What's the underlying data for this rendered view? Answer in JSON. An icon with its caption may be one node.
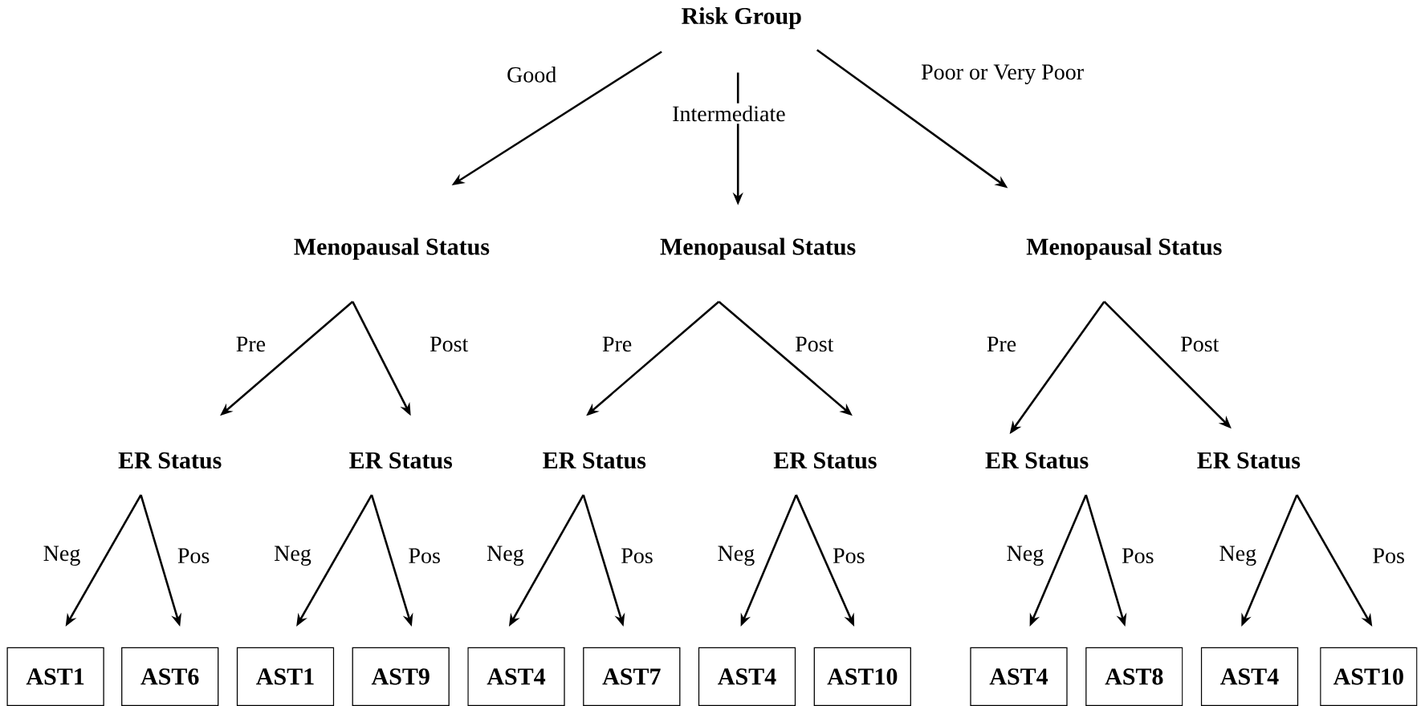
{
  "diagram": {
    "nodes": [
      {
        "text": [
          "Risk Group"
        ]
      },
      {
        "text": [
          "Menopausal Status"
        ]
      },
      {
        "text": [
          "Menopausal Status"
        ]
      },
      {
        "text": [
          "Menopausal Status"
        ]
      },
      {
        "text": [
          "ER Status"
        ]
      },
      {
        "text": [
          "ER Status"
        ]
      },
      {
        "text": [
          "ER Status"
        ]
      },
      {
        "text": [
          "ER Status"
        ]
      },
      {
        "text": [
          "ER Status"
        ]
      },
      {
        "text": [
          "ER Status"
        ]
      },
      {
        "text": [
          "AST1"
        ]
      },
      {
        "text": [
          "AST6"
        ]
      },
      {
        "text": [
          "AST1"
        ]
      },
      {
        "text": [
          "AST9"
        ]
      },
      {
        "text": [
          "AST4"
        ]
      },
      {
        "text": [
          "AST7"
        ]
      },
      {
        "text": [
          "AST4"
        ]
      },
      {
        "text": [
          "AST10"
        ]
      },
      {
        "text": [
          "AST4"
        ]
      },
      {
        "text": [
          "AST8"
        ]
      },
      {
        "text": [
          "AST4"
        ]
      },
      {
        "text": [
          "AST10"
        ]
      }
    ],
    "edges": [
      {
        "from": 0,
        "to": 1,
        "arrow": "to",
        "label": "Good"
      },
      {
        "from": 0,
        "to": 2,
        "arrow": "to",
        "label": "Intermediate"
      },
      {
        "from": 0,
        "to": 3,
        "arrow": "to",
        "label": "Poor or Very Poor"
      },
      {
        "from": 1,
        "to": 4,
        "arrow": "to",
        "label": "Pre"
      },
      {
        "from": 1,
        "to": 5,
        "arrow": "to",
        "label": "Post"
      },
      {
        "from": 2,
        "to": 6,
        "arrow": "to",
        "label": "Pre"
      },
      {
        "from": 2,
        "to": 7,
        "arrow": "to",
        "label": "Post"
      },
      {
        "from": 3,
        "to": 8,
        "arrow": "to",
        "label": "Pre"
      },
      {
        "from": 3,
        "to": 9,
        "arrow": "to",
        "label": "Post"
      },
      {
        "from": 4,
        "to": 10,
        "arrow": "to",
        "label": "Neg"
      },
      {
        "from": 4,
        "to": 11,
        "arrow": "to",
        "label": "Pos"
      },
      {
        "from": 5,
        "to": 12,
        "arrow": "to",
        "label": "Neg"
      },
      {
        "from": 5,
        "to": 13,
        "arrow": "to",
        "label": "Pos"
      },
      {
        "from": 6,
        "to": 14,
        "arrow": "to",
        "label": "Neg"
      },
      {
        "from": 6,
        "to": 15,
        "arrow": "to",
        "label": "Pos"
      },
      {
        "from": 7,
        "to": 16,
        "arrow": "to",
        "label": "Neg"
      },
      {
        "from": 7,
        "to": 17,
        "arrow": "to",
        "label": "Pos"
      },
      {
        "from": 8,
        "to": 18,
        "arrow": "to",
        "label": "Neg"
      },
      {
        "from": 8,
        "to": 19,
        "arrow": "to",
        "label": "Pos"
      },
      {
        "from": 9,
        "to": 20,
        "arrow": "to",
        "label": "Neg"
      },
      {
        "from": 9,
        "to": 21,
        "arrow": "to",
        "label": "Pos"
      }
    ]
  }
}
